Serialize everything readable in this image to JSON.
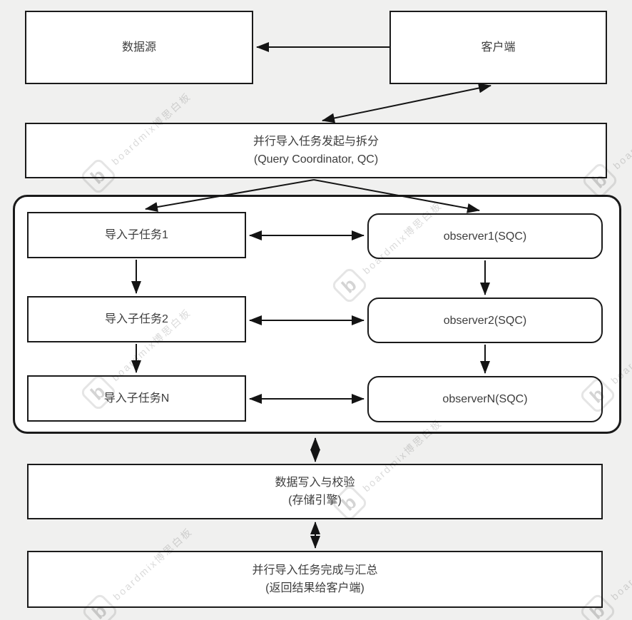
{
  "canvas": {
    "background_color": "#f0f0ef",
    "box_fill_color": "#ffffff",
    "box_border_color": "#1a1a1a",
    "text_color": "#3d3d3d",
    "arrow_color": "#141414"
  },
  "nodes": {
    "datasource": {
      "label": "数据源"
    },
    "client": {
      "label": "客户端"
    },
    "qc": {
      "line1": "并行导入任务发起与拆分",
      "line2": "(Query Coordinator, QC)"
    },
    "subtask1": {
      "label": "导入子任务1"
    },
    "subtask2": {
      "label": "导入子任务2"
    },
    "subtaskN": {
      "label": "导入子任务N"
    },
    "observer1": {
      "label": "observer1(SQC)"
    },
    "observer2": {
      "label": "observer2(SQC)"
    },
    "observerN": {
      "label": "observerN(SQC)"
    },
    "storage": {
      "line1": "数据写入与校验",
      "line2": "(存储引擎)"
    },
    "summary": {
      "line1": "并行导入任务完成与汇总",
      "line2": "(返回结果给客户端)"
    }
  },
  "edges": [
    {
      "from": "client",
      "to": "datasource",
      "direction": "single"
    },
    {
      "from": "client",
      "to": "qc",
      "direction": "bidirectional"
    },
    {
      "from": "qc",
      "to": "subtask1",
      "direction": "single"
    },
    {
      "from": "qc",
      "to": "observer1",
      "direction": "single"
    },
    {
      "from": "subtask1",
      "to": "observer1",
      "direction": "bidirectional"
    },
    {
      "from": "subtask2",
      "to": "observer2",
      "direction": "bidirectional"
    },
    {
      "from": "subtaskN",
      "to": "observerN",
      "direction": "bidirectional"
    },
    {
      "from": "subtask1",
      "to": "subtask2",
      "direction": "single"
    },
    {
      "from": "subtask2",
      "to": "subtaskN",
      "direction": "single"
    },
    {
      "from": "observer1",
      "to": "observer2",
      "direction": "single"
    },
    {
      "from": "observer2",
      "to": "observerN",
      "direction": "single"
    },
    {
      "from": "worker-group",
      "to": "storage",
      "direction": "bidirectional"
    },
    {
      "from": "storage",
      "to": "summary",
      "direction": "bidirectional"
    }
  ],
  "watermark": {
    "logo_letter": "b",
    "text": "boardmix博思白板"
  }
}
